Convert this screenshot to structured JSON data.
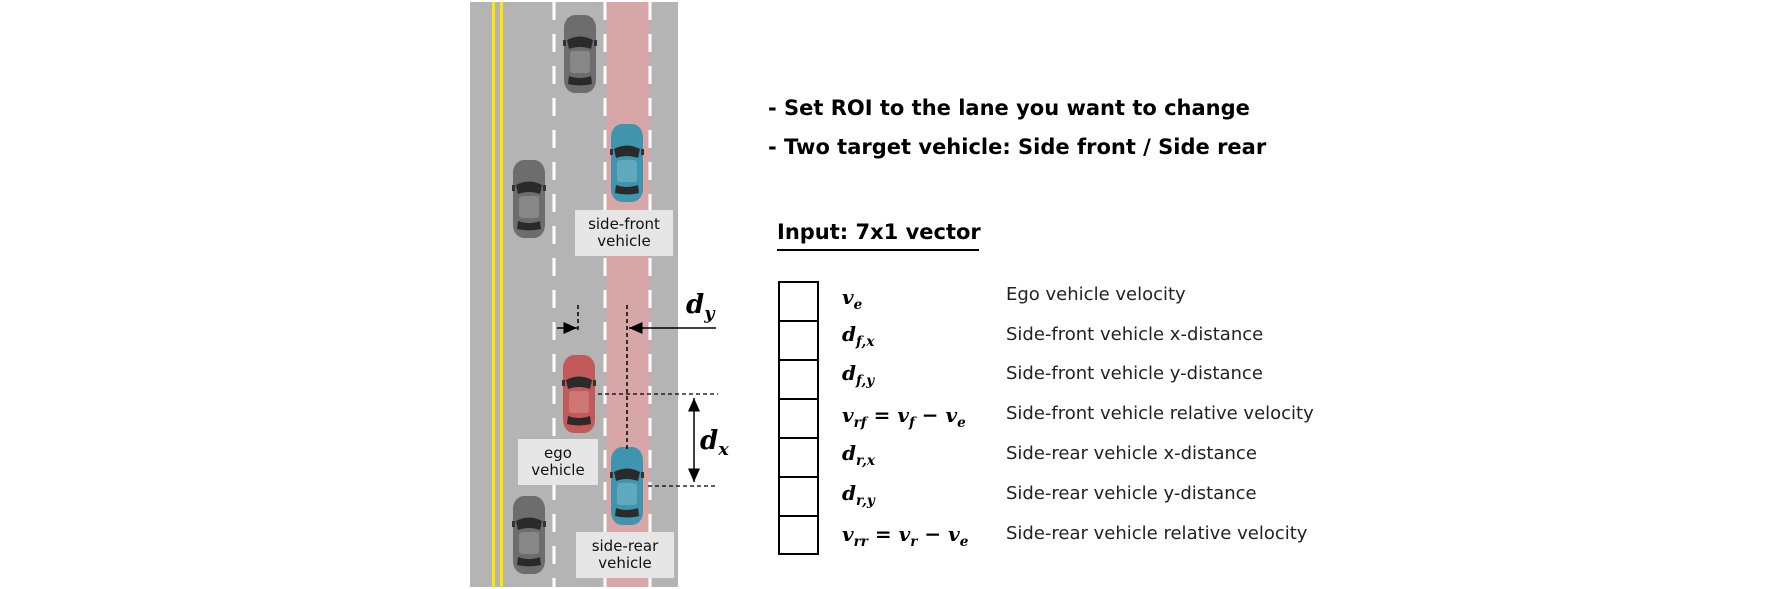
{
  "labels": {
    "side_front": [
      "side-front",
      "vehicle"
    ],
    "ego": [
      "ego",
      "vehicle"
    ],
    "side_rear": [
      "side-rear",
      "vehicle"
    ]
  },
  "dims": {
    "dy": {
      "base": "d",
      "sub": "y"
    },
    "dx": {
      "base": "d",
      "sub": "x"
    }
  },
  "bullets": [
    "- Set ROI to the lane you want to change",
    "- Two target vehicle:  Side front / Side rear"
  ],
  "input_title": "Input:  7x1 vector",
  "rows": [
    {
      "lhs": "v",
      "lsub": "e",
      "rhs": "",
      "desc": "Ego vehicle velocity"
    },
    {
      "lhs": "d",
      "lsub": "f,x",
      "rhs": "",
      "desc": "Side-front vehicle x-distance"
    },
    {
      "lhs": "d",
      "lsub": "f,y",
      "rhs": "",
      "desc": "Side-front vehicle y-distance"
    },
    {
      "lhs": "v",
      "lsub": "rf",
      "rhs": " = v_f − v_e",
      "desc": "Side-front vehicle relative velocity"
    },
    {
      "lhs": "d",
      "lsub": "r,x",
      "rhs": "",
      "desc": "Side-rear vehicle x-distance"
    },
    {
      "lhs": "d",
      "lsub": "r,y",
      "rhs": "",
      "desc": "Side-rear vehicle y-distance"
    },
    {
      "lhs": "v",
      "lsub": "rr",
      "rhs": " = v_r − v_e",
      "desc": "Side-rear vehicle relative velocity"
    }
  ],
  "colors": {
    "road": "#b4b4b4",
    "center_line": "#ffe600",
    "roi": "#d7a7a8",
    "car_gray": "#6d6d6d",
    "car_teal": "#3e95ad",
    "car_red": "#c25a59"
  }
}
